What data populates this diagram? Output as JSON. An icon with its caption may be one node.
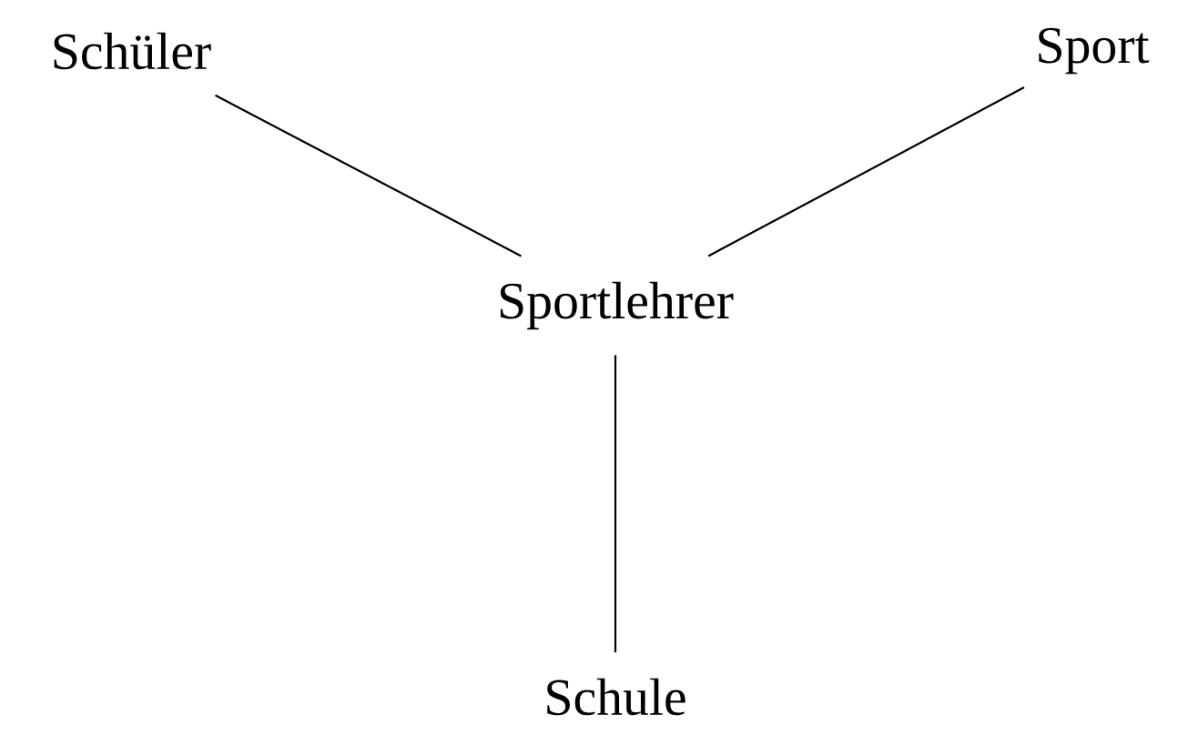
{
  "diagram": {
    "nodes": [
      {
        "text": [
          "Schüler"
        ]
      },
      {
        "text": [
          "Sport"
        ]
      },
      {
        "text": [
          "Sportlehrer"
        ]
      },
      {
        "text": [
          "Schule"
        ]
      }
    ],
    "edges": [
      {
        "from": 0,
        "to": 2,
        "arrow": "none"
      },
      {
        "from": 1,
        "to": 2,
        "arrow": "none"
      },
      {
        "from": 2,
        "to": 3,
        "arrow": "none"
      }
    ]
  }
}
